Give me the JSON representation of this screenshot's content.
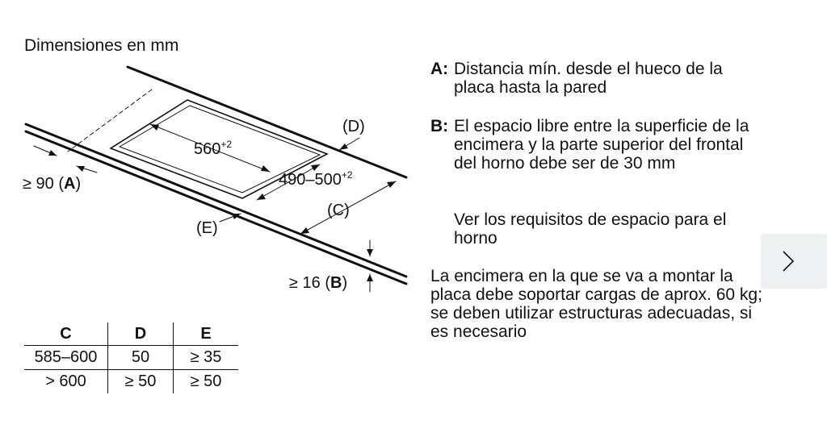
{
  "title": "Dimensiones en mm",
  "diagram": {
    "label_D": "(D)",
    "label_560": "560",
    "label_560_sup": "+2",
    "label_490": "490–500",
    "label_490_sup": "+2",
    "label_A_pre": "≥ 90 (",
    "label_A_key": "A",
    "label_A_post": ")",
    "label_C": "(C)",
    "label_E": "(E)",
    "label_B_pre": "≥ 16 (",
    "label_B_key": "B",
    "label_B_post": ")"
  },
  "table": {
    "headers": [
      "C",
      "D",
      "E"
    ],
    "rows": [
      [
        "585–600",
        "50",
        "≥ 35"
      ],
      [
        "> 600",
        "≥ 50",
        "≥ 50"
      ]
    ]
  },
  "notes": {
    "a_key": "A:",
    "a_line1": "Distancia mín. desde el hueco de la",
    "a_line2": "placa hasta la pared",
    "b_key": "B:",
    "b_line1": "El espacio libre entre la superficie de la",
    "b_line2": "encimera y la parte superior del frontal",
    "b_line3": "del horno debe ser de 30 mm",
    "oven_line1": "Ver los requisitos de espacio para el",
    "oven_line2": "horno",
    "load_line1": "La encimera en la que se va a montar la",
    "load_line2": "placa debe soportar cargas de aprox. 60 kg;",
    "load_line3": "se deben utilizar estructuras adecuadas, si",
    "load_line4": "es necesario"
  },
  "nav": {
    "next_icon": "chevron-right-icon"
  }
}
